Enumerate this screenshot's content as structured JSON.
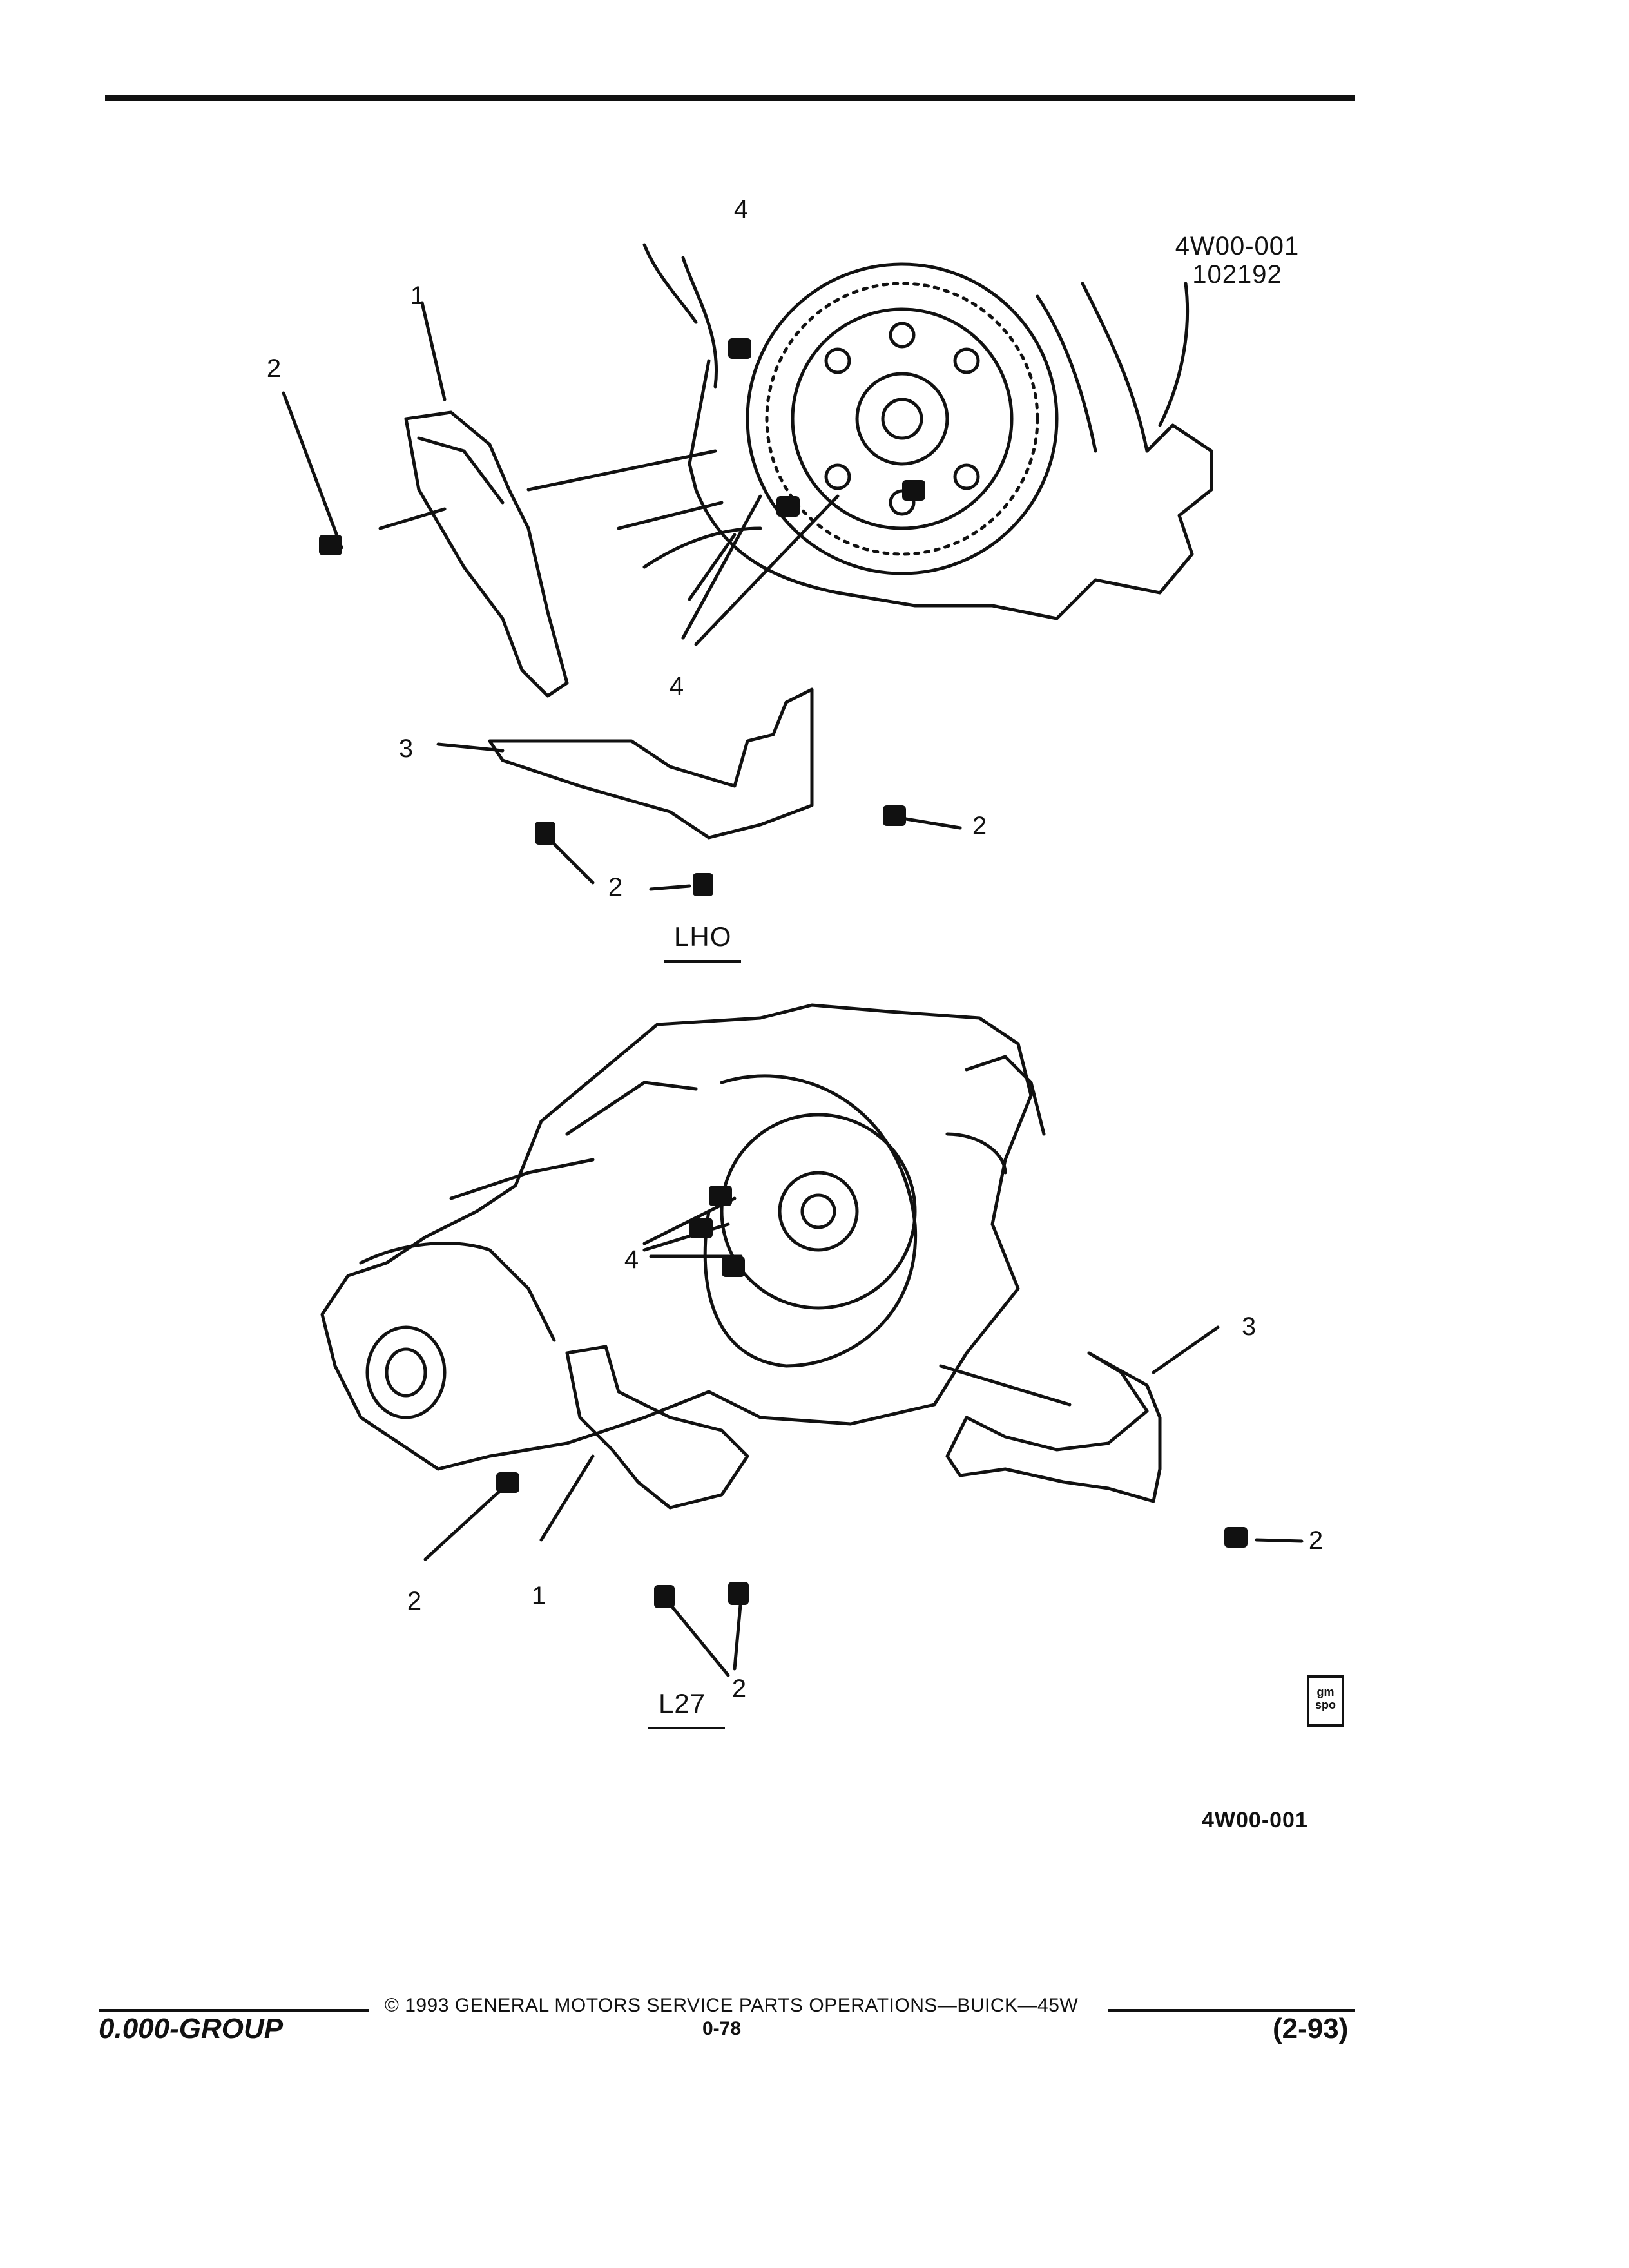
{
  "figure": {
    "code": "4W00-001",
    "date": "102192"
  },
  "diagram_top": {
    "variant": "LHO",
    "callouts": [
      "4",
      "1",
      "2",
      "4",
      "3",
      "2",
      "2"
    ]
  },
  "diagram_bottom": {
    "variant": "L27",
    "callouts": [
      "4",
      "3",
      "2",
      "2",
      "1",
      "2"
    ]
  },
  "logo": {
    "text_line1": "gm",
    "text_line2": "spo"
  },
  "figure_stamp": "4W00-001",
  "footer": {
    "group": "0.000-GROUP",
    "copyright": "© 1993 GENERAL MOTORS SERVICE PARTS OPERATIONS—BUICK—45W",
    "page": "0-78",
    "revision": "(2-93)"
  }
}
